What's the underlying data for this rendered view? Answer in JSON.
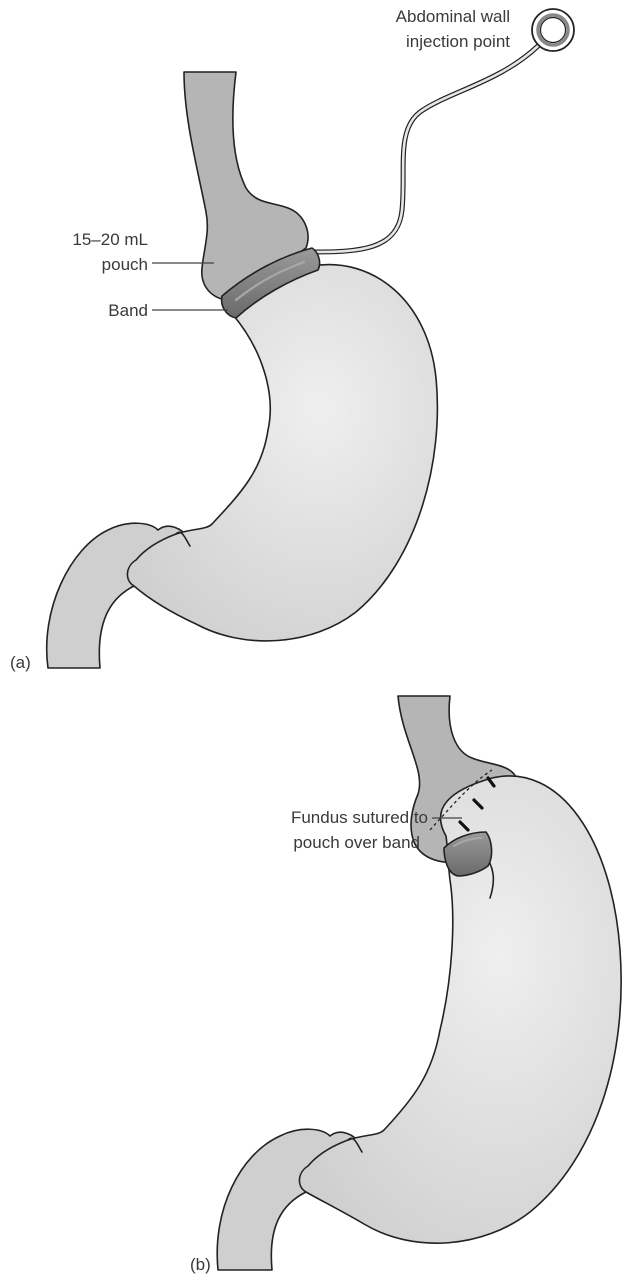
{
  "colors": {
    "esophagus": "#b3b3b3",
    "stomach": "#d6d6d6",
    "stomach_highlight": "#ececec",
    "band": "#7a7a7a",
    "outline": "#222222",
    "text": "#3a3a3a"
  },
  "panel_a": {
    "tag": "(a)",
    "labels": {
      "injection_line1": "Abdominal wall",
      "injection_line2": "injection point",
      "pouch_line1": "15–20 mL",
      "pouch_line2": "pouch",
      "band": "Band"
    }
  },
  "panel_b": {
    "tag": "(b)",
    "labels": {
      "fundus_line1": "Fundus sutured to",
      "fundus_line2": "pouch over band"
    }
  }
}
